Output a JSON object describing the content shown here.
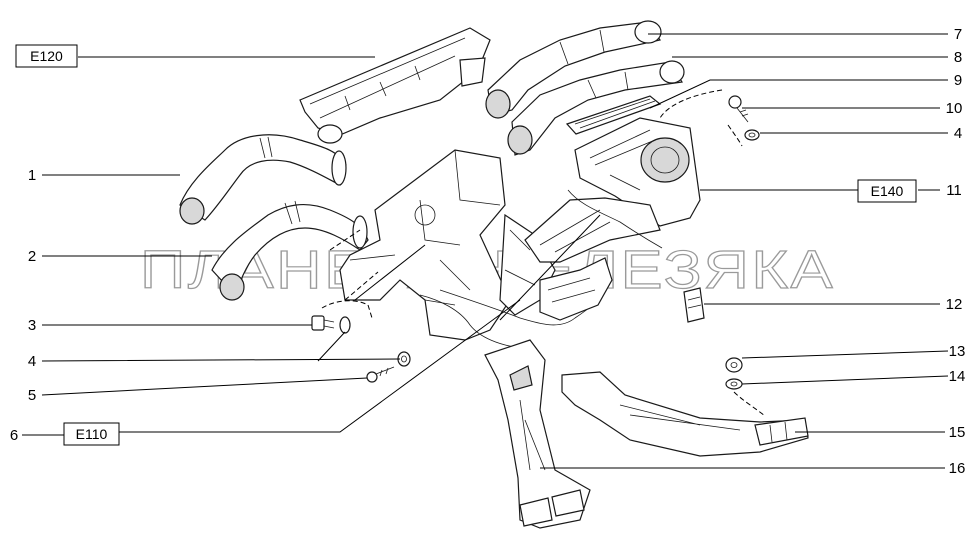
{
  "watermark": "ПЛАНЕТА ЖЕЛЕЗЯКА",
  "refs": {
    "e120": "E120",
    "e140": "E140",
    "e110": "E110"
  },
  "callouts": {
    "n1": "1",
    "n2": "2",
    "n3": "3",
    "n4a": "4",
    "n5": "5",
    "n6": "6",
    "n7": "7",
    "n8": "8",
    "n9": "9",
    "n10": "10",
    "n4b": "4",
    "n11": "11",
    "n12": "12",
    "n13": "13",
    "n14": "14",
    "n15": "15",
    "n16": "16"
  }
}
